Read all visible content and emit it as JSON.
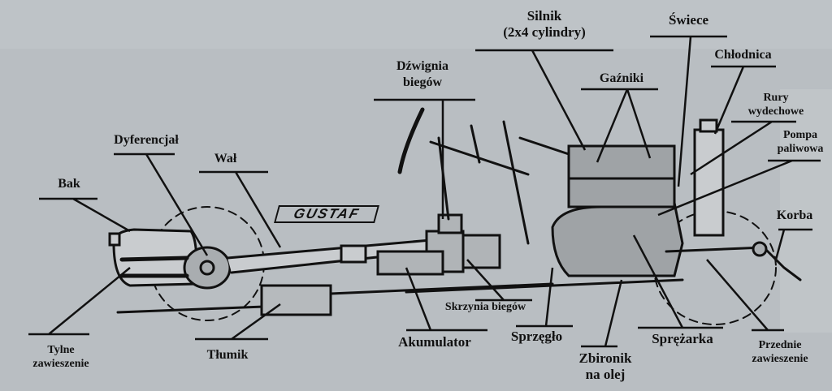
{
  "diagram": {
    "logo": "GUSTAF",
    "labels": {
      "silnik": [
        "Silnik",
        "(2x4 cylindry)"
      ],
      "swiece": "Świece",
      "chlodnica": "Chłodnica",
      "dzwignia": [
        "Dźwignia",
        "biegów"
      ],
      "gazniki": "Gaźniki",
      "rury": [
        "Rury",
        "wydechowe"
      ],
      "pompa": [
        "Pompa",
        "paliwowa"
      ],
      "dyferencjal": "Dyferencjał",
      "wal": "Wał",
      "bak": "Bak",
      "korba": "Korba",
      "skrzynia": "Skrzynia biegów",
      "tylne": [
        "Tylne",
        "zawieszenie"
      ],
      "tlumik": "Tłumik",
      "akumulator": "Akumulator",
      "sprzeglo": "Sprzęgło",
      "zbiornik": [
        "Zbironik",
        "na olej"
      ],
      "sprezarka": "Sprężarka",
      "przednie": [
        "Przednie",
        "zawieszenie"
      ]
    }
  }
}
